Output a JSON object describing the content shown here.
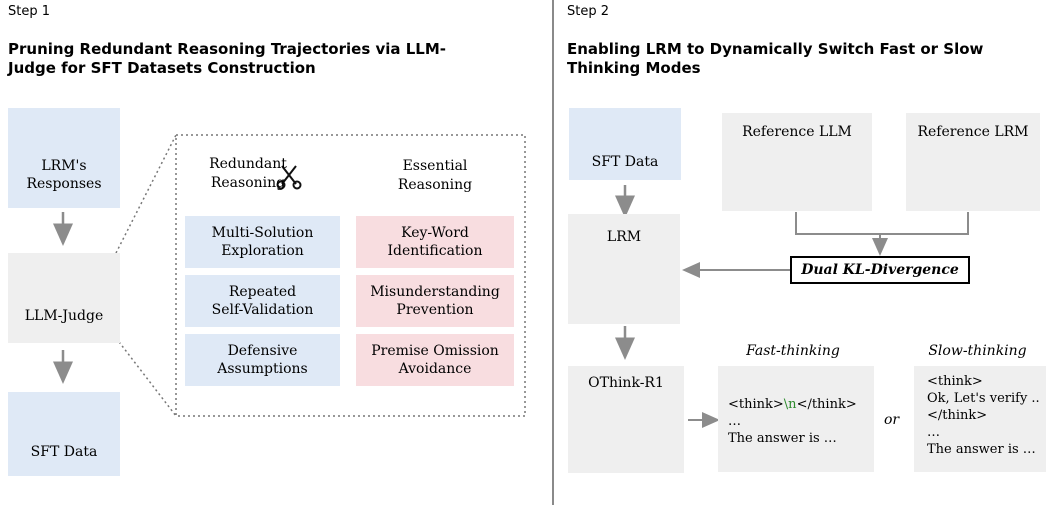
{
  "left": {
    "step": "Step 1",
    "title_line1": "Pruning Redundant Reasoning Trajectories via LLM-",
    "title_line2": "Judge for SFT Datasets Construction",
    "responses_label": "LRM's\nResponses",
    "judge_label": "LLM-Judge",
    "sft_label": "SFT Data",
    "redundant_header": "Redundant\nReasoning",
    "essential_header": "Essential\nReasoning",
    "redundant_items": [
      "Multi-Solution\nExploration",
      "Repeated\nSelf-Validation",
      "Defensive\nAssumptions"
    ],
    "essential_items": [
      "Key-Word\nIdentification",
      "Misunderstanding\nPrevention",
      "Premise Omission\nAvoidance"
    ]
  },
  "right": {
    "step": "Step 2",
    "title_line1": "Enabling LRM to Dynamically Switch Fast or Slow",
    "title_line2": "Thinking Modes",
    "sft_label": "SFT Data",
    "ref_llm": "Reference LLM",
    "ref_lrm": "Reference LRM",
    "lrm": "LRM",
    "dual_kl": "Dual KL-Divergence",
    "othink": "OThink-R1",
    "fast_title": "Fast-thinking",
    "slow_title": "Slow-thinking",
    "fast_open": "<think>",
    "fast_newline": "\\n",
    "fast_close": "</think>",
    "fast_ellipsis": "…",
    "fast_answer": "The answer is …",
    "or_label": "or",
    "slow_lines": [
      "<think>",
      "Ok, Let's verify ..",
      "</think>",
      "…",
      "The answer is …"
    ]
  },
  "colors": {
    "blue_box": "#dfe9f6",
    "pink_box": "#f8dde0",
    "grey_box": "#efefef",
    "arrow": "#8c8c8c",
    "newline_green": "#2e8b2e"
  }
}
